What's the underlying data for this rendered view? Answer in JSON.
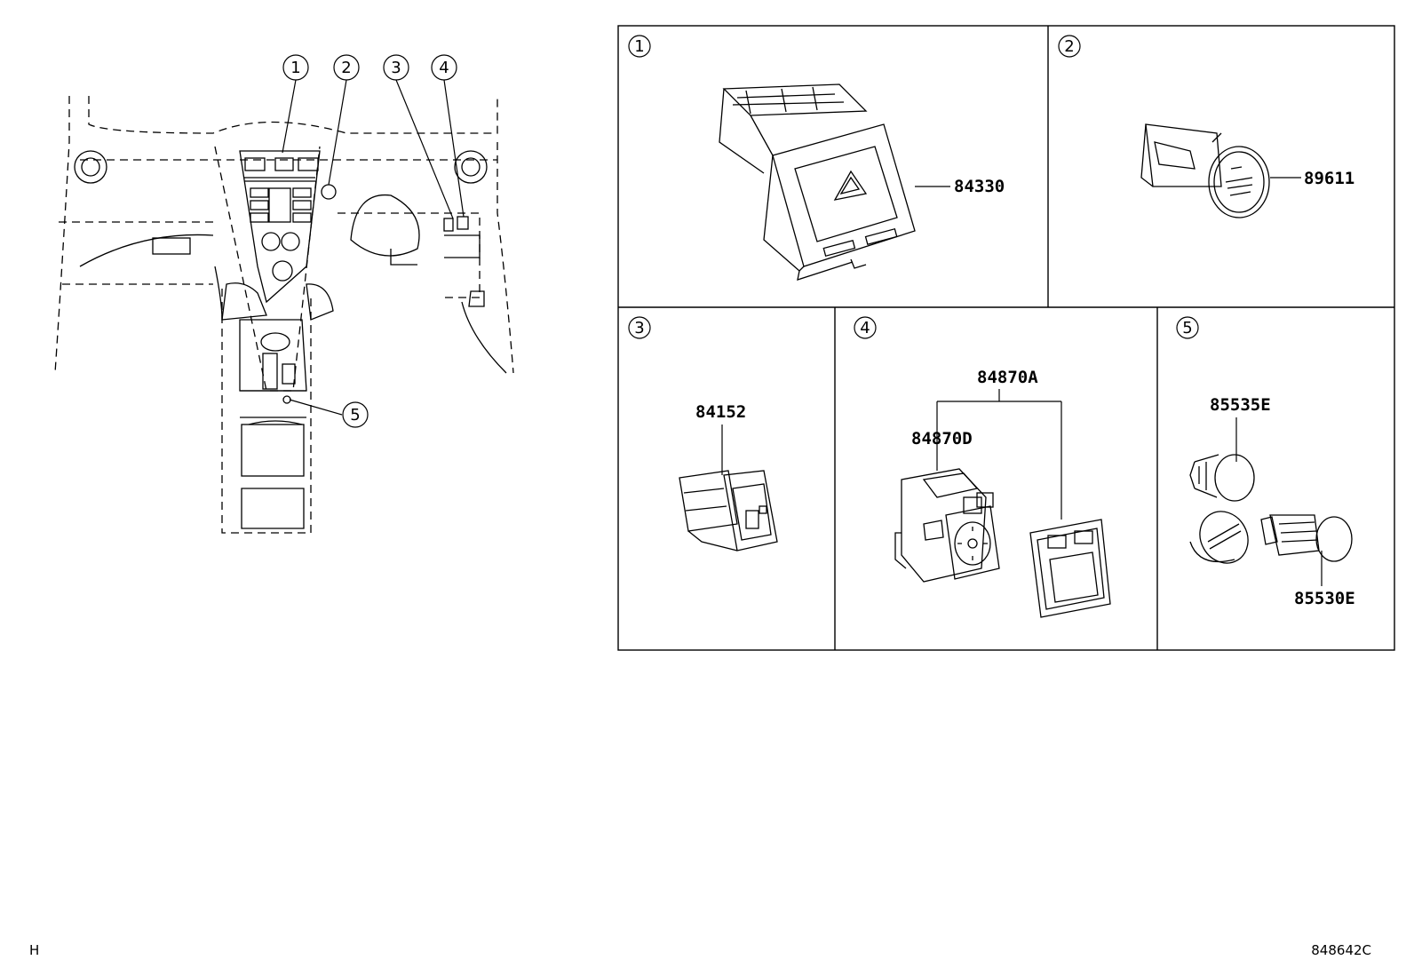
{
  "callouts": [
    "1",
    "2",
    "3",
    "4",
    "5"
  ],
  "panels": [
    {
      "number": "1",
      "parts": [
        "84330"
      ]
    },
    {
      "number": "2",
      "parts": [
        "89611"
      ]
    },
    {
      "number": "3",
      "parts": [
        "84152"
      ]
    },
    {
      "number": "4",
      "parts": [
        "84870A",
        "84870D"
      ]
    },
    {
      "number": "5",
      "parts": [
        "85535E",
        "85530E"
      ]
    }
  ],
  "footer": {
    "left_code": "H",
    "right_code": "848642C"
  }
}
